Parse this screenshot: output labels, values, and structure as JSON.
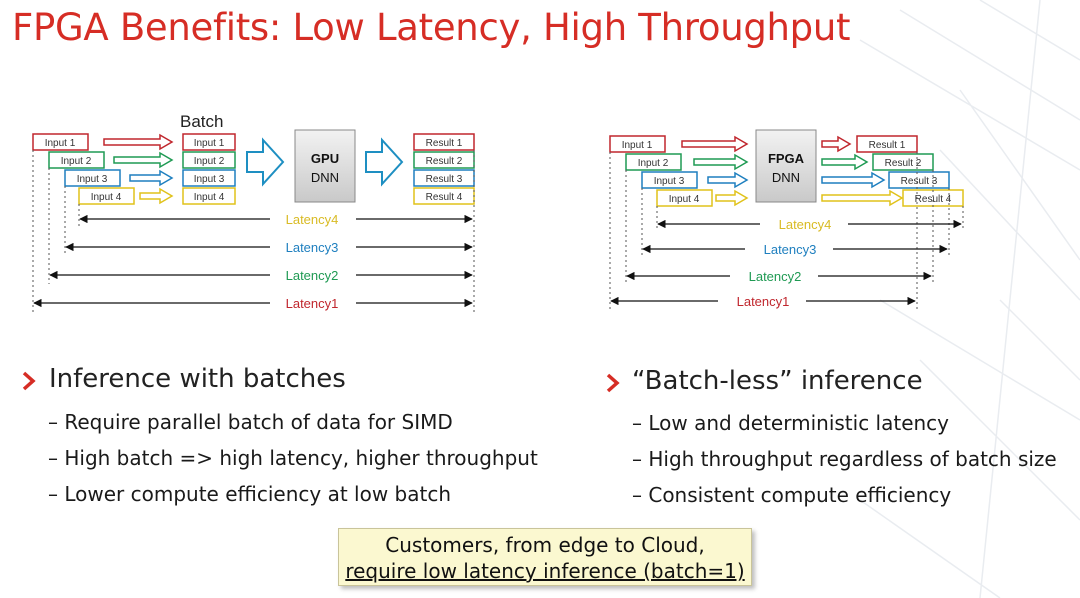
{
  "title": "FPGA Benefits: Low Latency, High Throughput",
  "left_diagram": {
    "batch_label": "Batch",
    "inputs": [
      "Input 1",
      "Input 2",
      "Input 3",
      "Input 4"
    ],
    "batch_inputs": [
      "Input 1",
      "Input 2",
      "Input 3",
      "Input 4"
    ],
    "processor": [
      "GPU",
      "DNN"
    ],
    "results": [
      "Result 1",
      "Result 2",
      "Result 3",
      "Result 4"
    ],
    "latencies": [
      "Latency4",
      "Latency3",
      "Latency2",
      "Latency1"
    ]
  },
  "right_diagram": {
    "inputs": [
      "Input 1",
      "Input 2",
      "Input 3",
      "Input 4"
    ],
    "processor": [
      "FPGA",
      "DNN"
    ],
    "results": [
      "Result 1",
      "Result 2",
      "Result 3",
      "Result 4"
    ],
    "latencies": [
      "Latency4",
      "Latency3",
      "Latency2",
      "Latency1"
    ]
  },
  "colors": {
    "title": "#d62d25",
    "series": [
      "#c0262d",
      "#1f9a53",
      "#1e7fbf",
      "#e0c21a"
    ]
  },
  "left_text": {
    "heading": "Inference with batches",
    "points": [
      "– Require parallel batch of data  for SIMD",
      "– High batch => high latency, higher throughput",
      "– Lower compute efficiency at low batch"
    ]
  },
  "right_text": {
    "heading": "“Batch-less” inference",
    "points": [
      "– Low and deterministic latency",
      "– High throughput regardless of batch size",
      "– Consistent compute efficiency"
    ]
  },
  "callout": {
    "line1": "Customers, from edge to Cloud,",
    "line2": "require low latency inference (batch=1)"
  }
}
